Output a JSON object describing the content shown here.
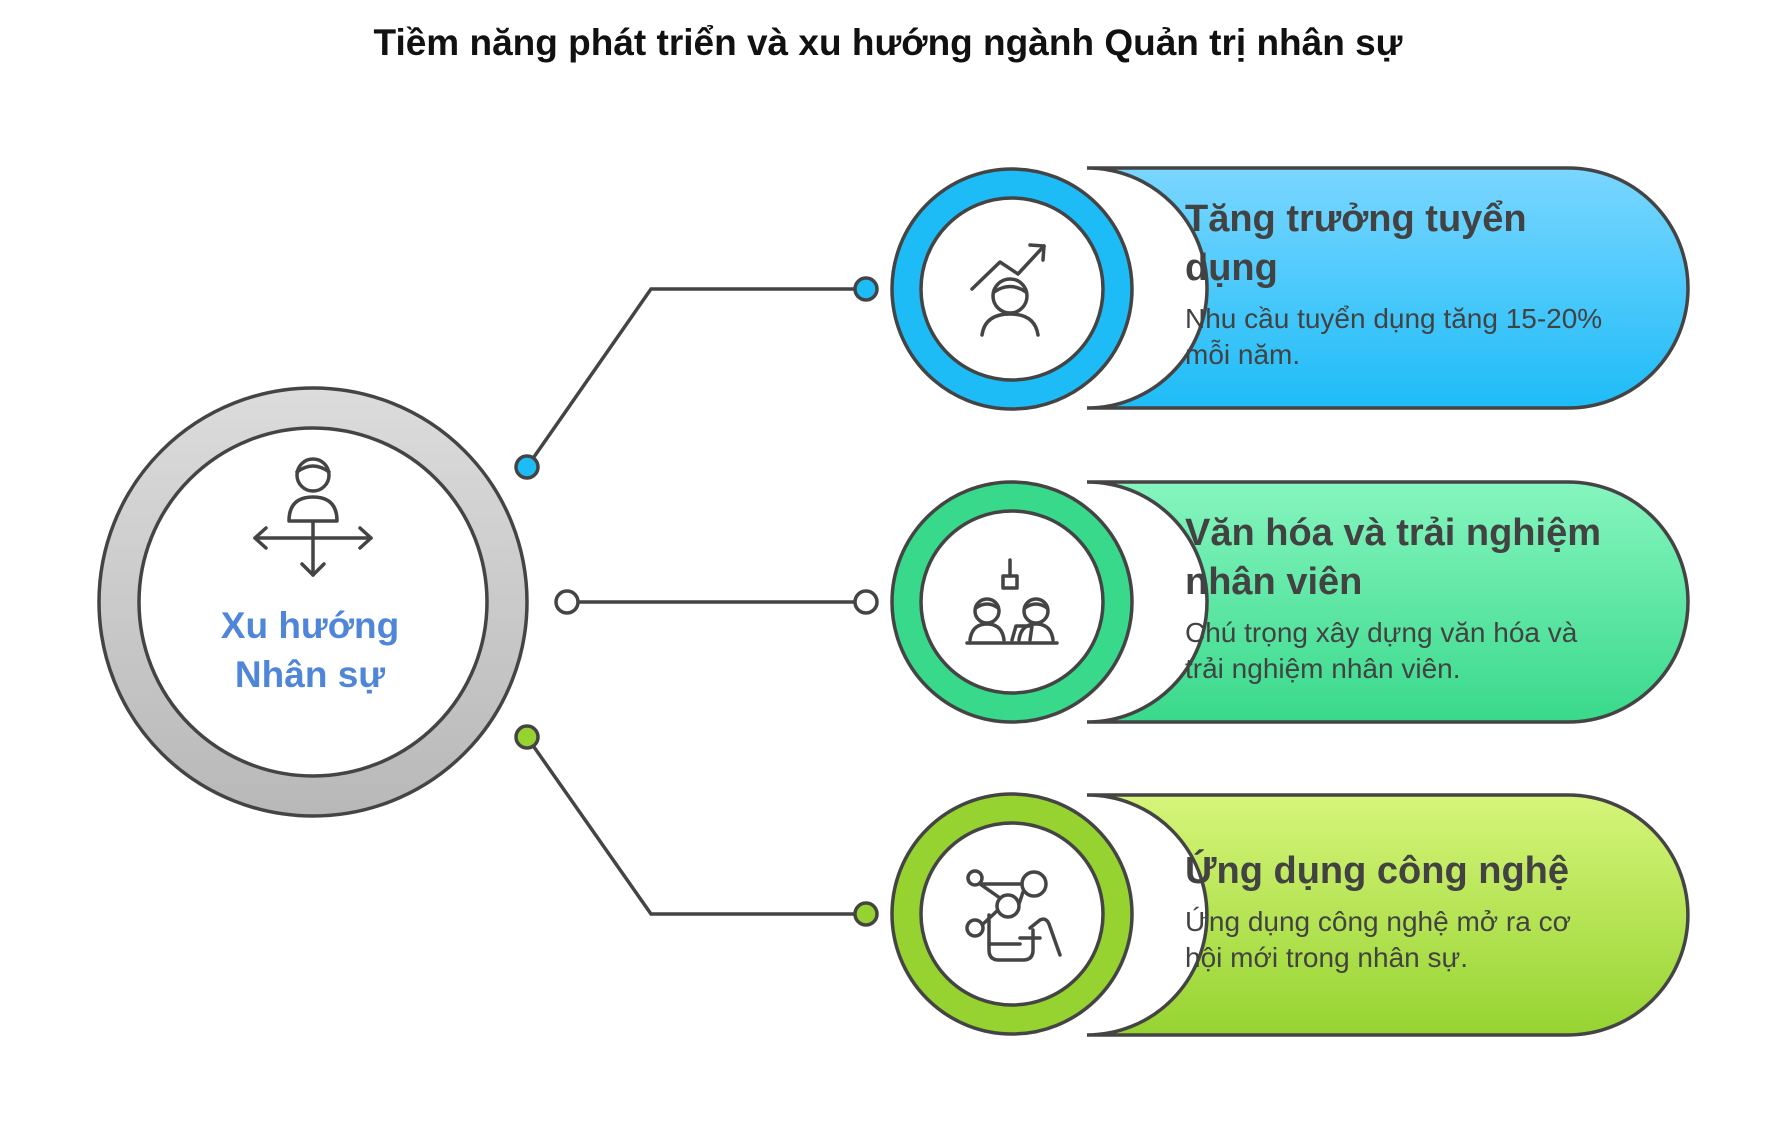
{
  "title": "Tiềm năng phát triển và xu hướng ngành Quản trị nhân sự",
  "center": {
    "label_line1": "Xu hướng",
    "label_line2": "Nhân sự",
    "icon": "person-directions-icon",
    "label_color": "#4f86d9"
  },
  "branches": [
    {
      "title": "Tăng trưởng tuyển dụng",
      "description": "Nhu cầu tuyển dụng tăng 15-20% mỗi năm.",
      "icon": "growth-chart-person-icon",
      "color_top": "#7ad6ff",
      "color_bottom": "#1ebcf7"
    },
    {
      "title": "Văn hóa và trải nghiệm nhân viên",
      "description": "Chú trọng xây dựng văn hóa và trải nghiệm nhân viên.",
      "icon": "meeting-people-icon",
      "color_top": "#86f5bf",
      "color_bottom": "#39d98b"
    },
    {
      "title": "Ứng dụng công nghệ",
      "description": "Ứng dụng công nghệ mở ra cơ hội mới trong nhân sự.",
      "icon": "network-hand-device-icon",
      "color_top": "#d6f57a",
      "color_bottom": "#96d331"
    }
  ]
}
